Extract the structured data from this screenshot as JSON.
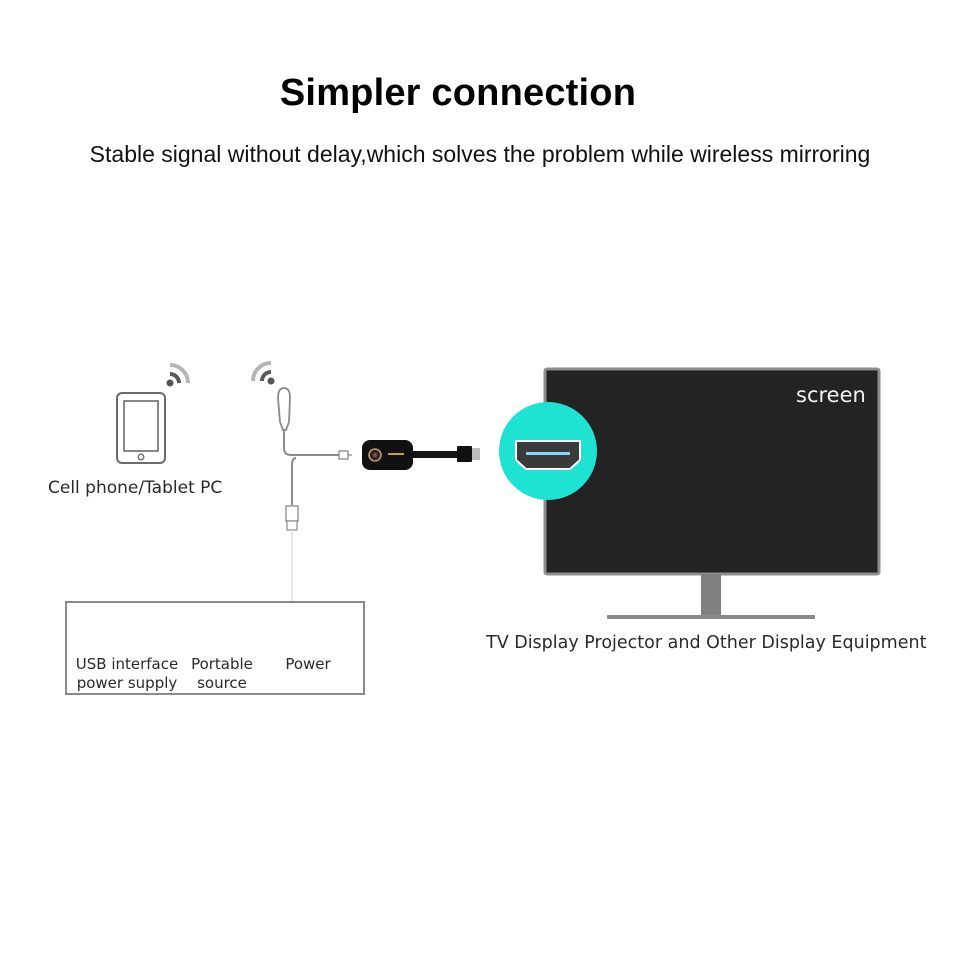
{
  "header": {
    "title": "Simpler connection",
    "subtitle": "Stable signal without delay,which solves the problem while wireless mirroring"
  },
  "diagram": {
    "source_device": {
      "label": "Cell phone/Tablet PC",
      "icon": "tablet-icon",
      "signal_icon": "wifi-signal-icon"
    },
    "dongle": {
      "icon": "wireless-display-dongle-icon",
      "cable_icon": "usb-cable-icon",
      "signal_icon": "wifi-signal-icon"
    },
    "display": {
      "screen_text": "screen",
      "label": "TV Display Projector and Other Display Equipment",
      "port_icon": "hdmi-port-icon",
      "accent_color": "#1ee3d2",
      "screen_color": "#232323"
    },
    "power_options": [
      {
        "label_line1": "USB interface",
        "label_line2": "power supply",
        "icon": "usb-port-icon"
      },
      {
        "label_line1": "Portable",
        "label_line2": "source",
        "icon": "power-bank-icon"
      },
      {
        "label_line1": "Power",
        "label_line2": "",
        "icon": "power-adapter-icon"
      }
    ]
  }
}
